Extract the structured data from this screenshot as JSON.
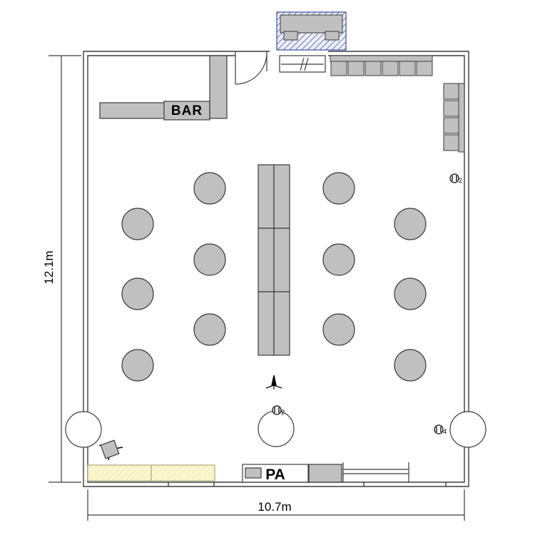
{
  "floor_plan": {
    "width_label": "10.7m",
    "height_label": "12.1m",
    "bar_label": "BAR",
    "pa_label": "PA",
    "outlet_labels": [
      "2",
      "2",
      "4"
    ]
  },
  "colors": {
    "furniture_fill": "#c0c0c0",
    "stroke": "#3c3c3c",
    "stage_fill": "#fbf7d0",
    "hatch": "#3d4f9e"
  }
}
